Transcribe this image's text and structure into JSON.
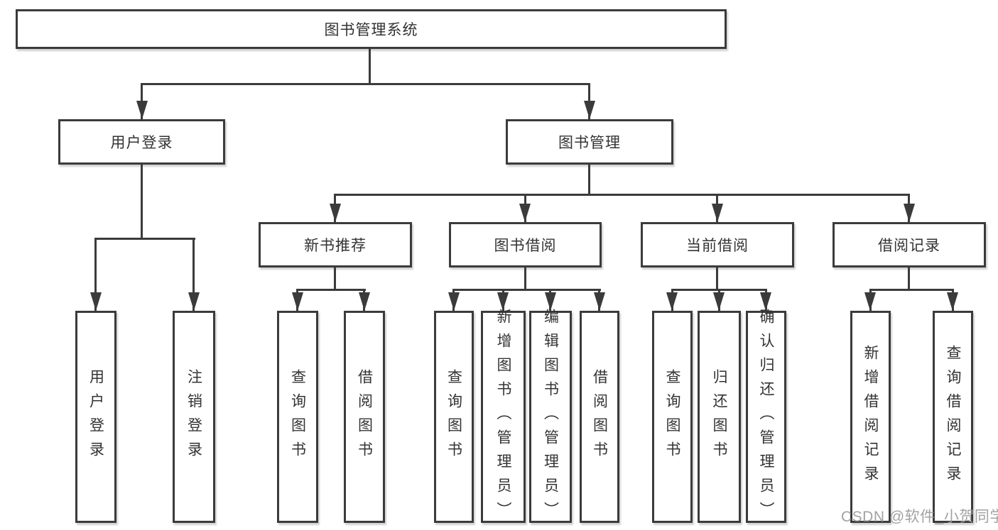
{
  "nodes": {
    "root": "图书管理系统",
    "user_login": "用户登录",
    "book_mgmt": "图书管理",
    "new_book_rec": "新书推荐",
    "book_borrow": "图书借阅",
    "current_borrow": "当前借阅",
    "borrow_records": "借阅记录",
    "ul_user_login": "用户登录",
    "ul_logout": "注销登录",
    "nbr_query_books": "查询图书",
    "nbr_borrow_books": "借阅图书",
    "bb_query_books": "查询图书",
    "bb_add_books": "新增图书（管理员）",
    "bb_edit_books": "编辑图书（管理员）",
    "bb_borrow_books": "借阅图书",
    "cb_query_books": "查询图书",
    "cb_return_books": "归还图书",
    "cb_confirm_return": "确认归还（管理员）",
    "br_add_record": "新增借阅记录",
    "br_query_record": "查询借阅记录"
  },
  "colors": {
    "line": "#3b3b3b",
    "box_background": "#ffffff",
    "text": "#333333",
    "watermark": "#9b9b9b"
  },
  "watermark": "CSDN @软件_小贺同学"
}
